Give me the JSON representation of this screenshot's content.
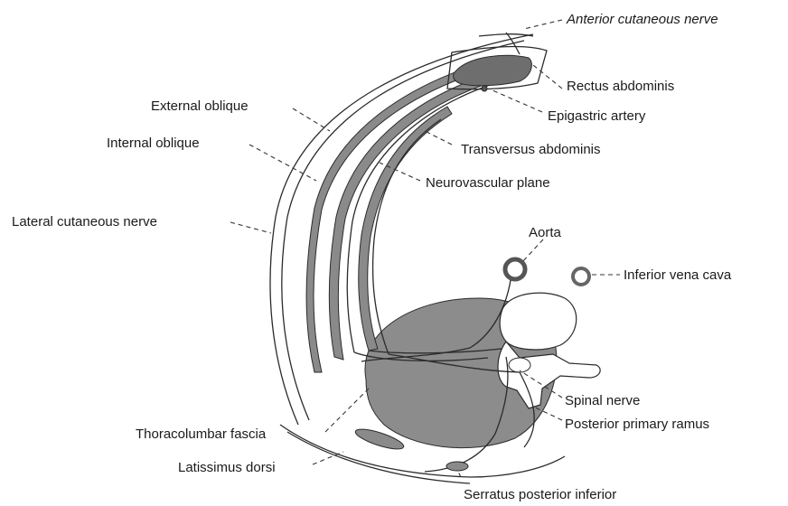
{
  "labels": {
    "anterior_cutaneous_nerve": "Anterior cutaneous nerve",
    "rectus_abdominis": "Rectus abdominis",
    "epigastric_artery": "Epigastric artery",
    "external_oblique": "External oblique",
    "internal_oblique": "Internal oblique",
    "transversus_abdominis": "Transversus abdominis",
    "neurovascular_plane": "Neurovascular plane",
    "lateral_cutaneous_nerve": "Lateral cutaneous nerve",
    "aorta": "Aorta",
    "inferior_vena_cava": "Inferior vena cava",
    "spinal_nerve": "Spinal nerve",
    "posterior_primary_ramus": "Posterior primary ramus",
    "thoracolumbar_fascia": "Thoracolumbar fascia",
    "latissimus_dorsi": "Latissimus dorsi",
    "serratus_posterior_inferior": "Serratus posterior inferior"
  },
  "colors": {
    "muscle_fill": "#8a8a8a",
    "psoas_fill": "#8c8c8c",
    "outline": "#2b2b2b"
  }
}
